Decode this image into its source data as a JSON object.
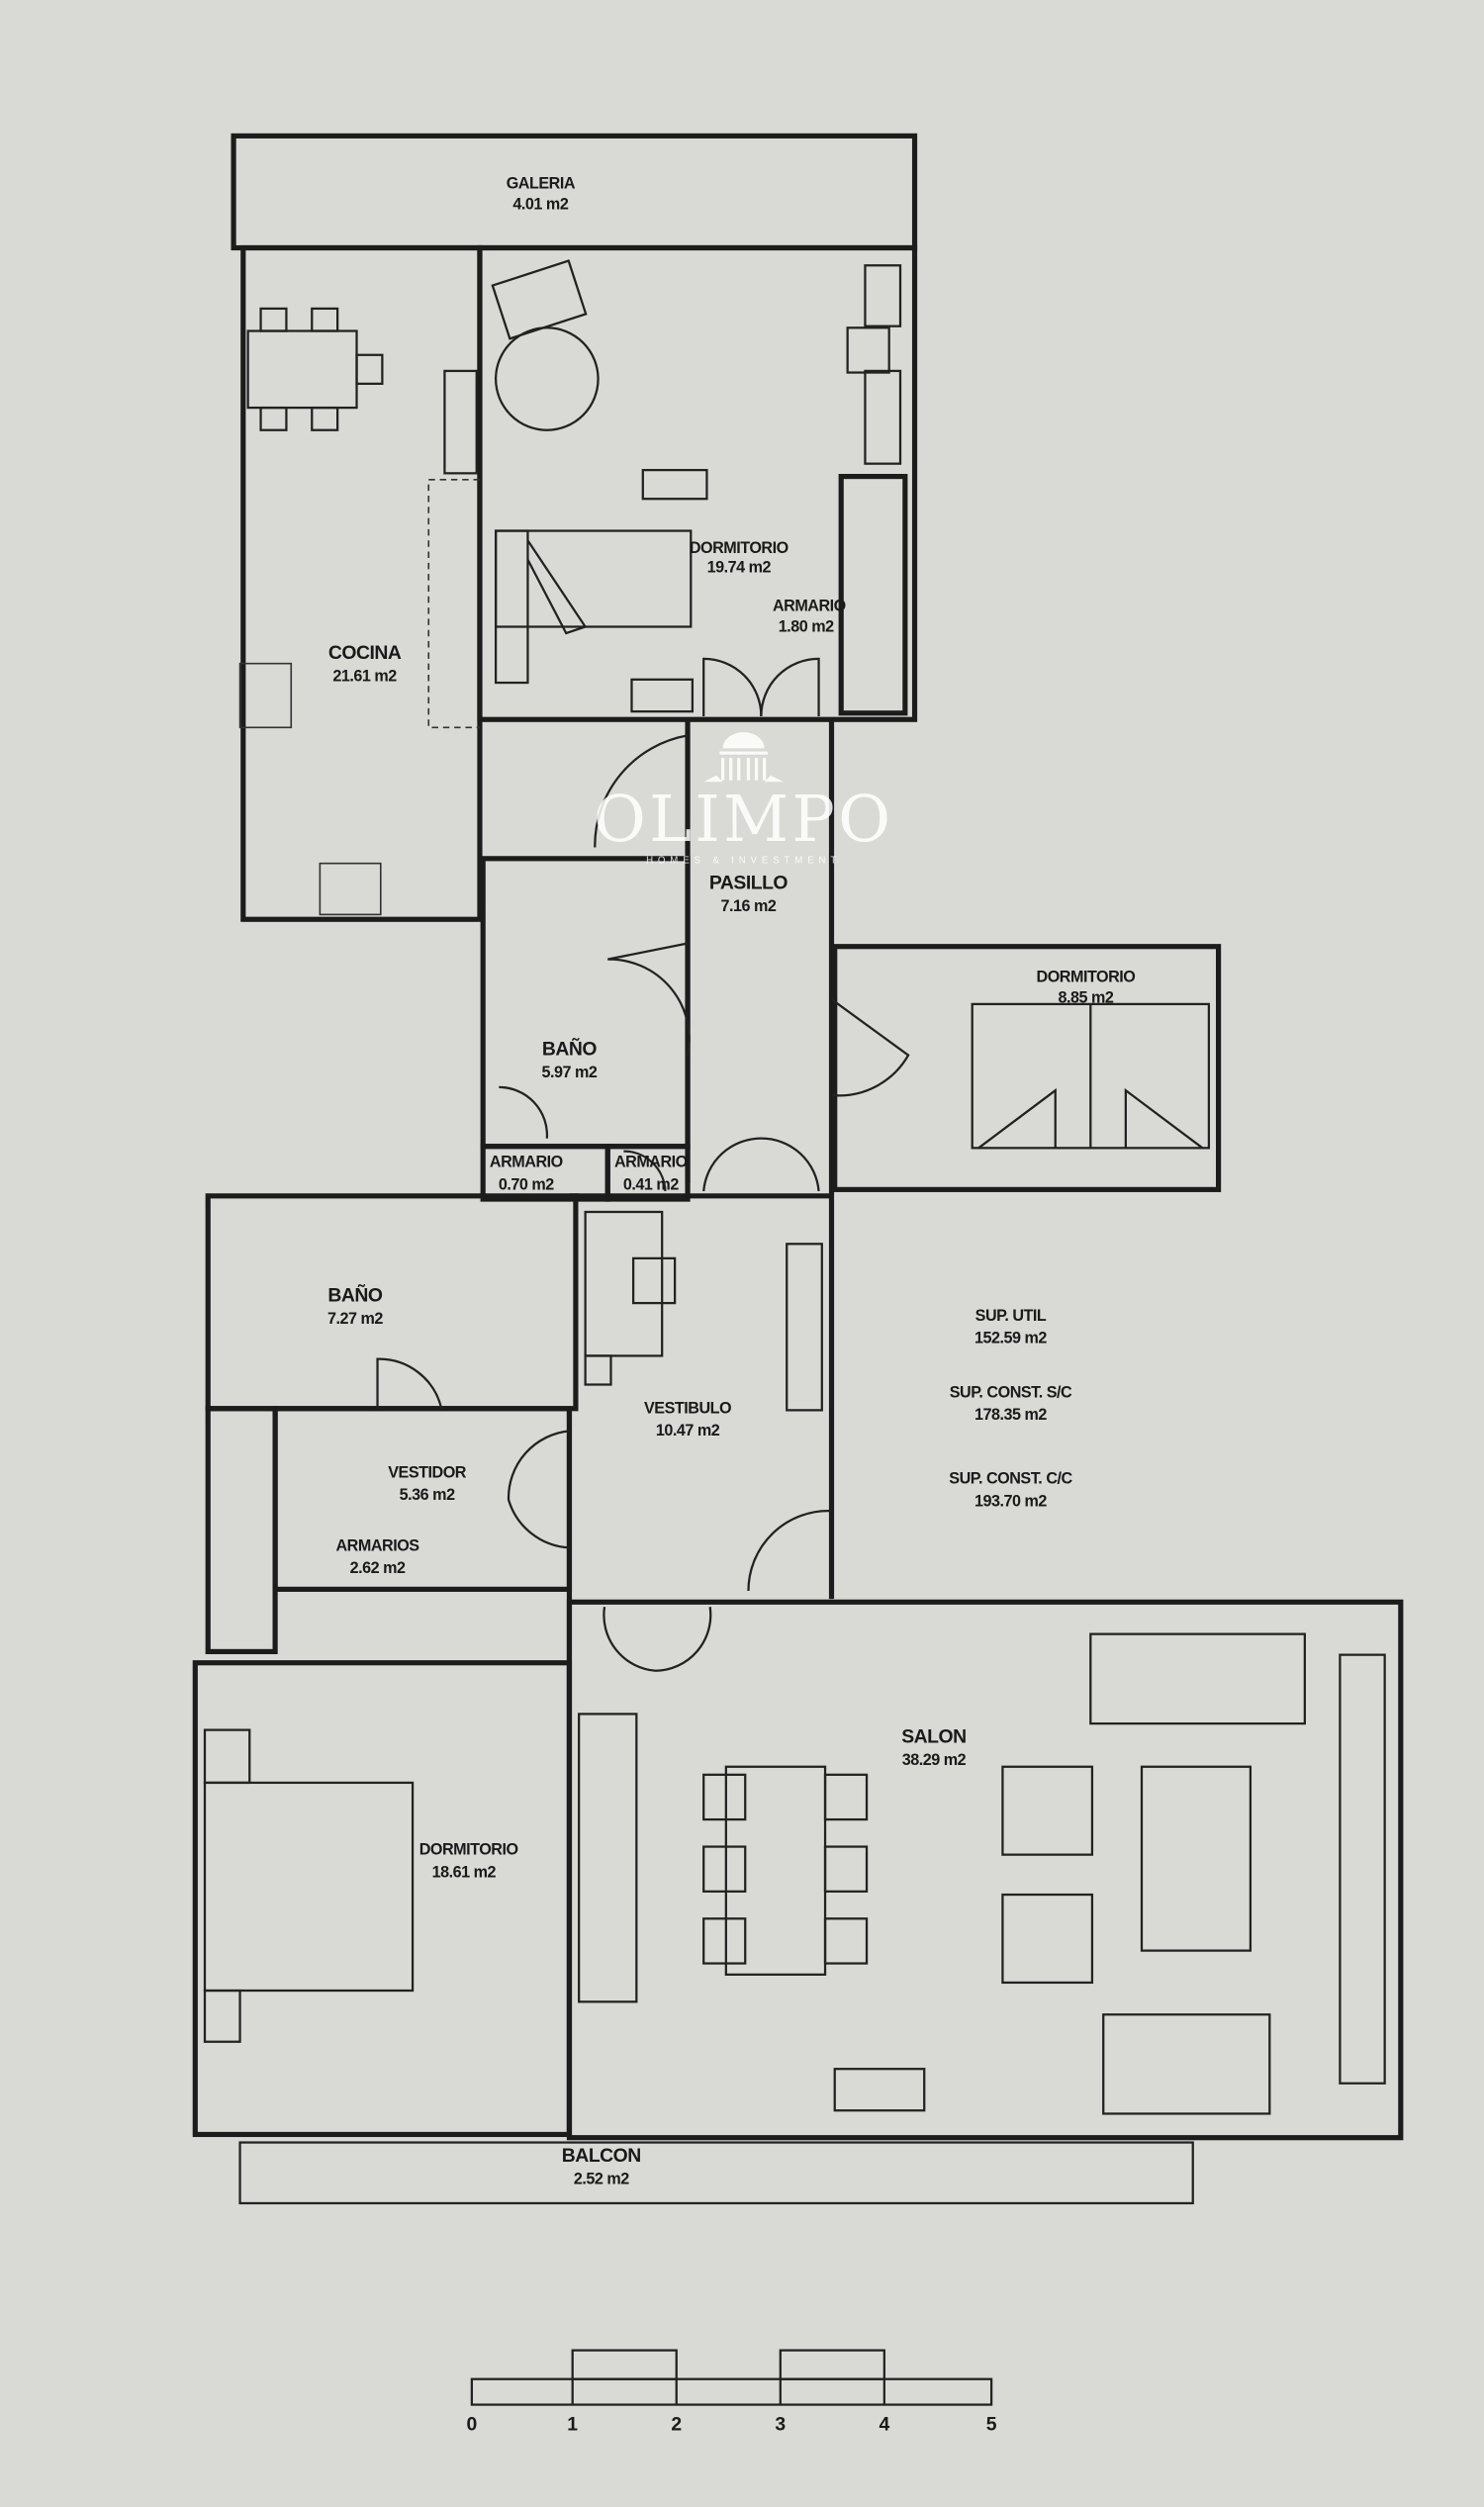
{
  "rooms": {
    "galeria": {
      "name": "GALERIA",
      "area": "4.01 m2"
    },
    "cocina": {
      "name": "COCINA",
      "area": "21.61 m2"
    },
    "dormitorio1": {
      "name": "DORMITORIO",
      "area": "19.74 m2"
    },
    "armario1": {
      "name": "ARMARIO",
      "area": "1.80 m2"
    },
    "pasillo": {
      "name": "PASILLO",
      "area": "7.16 m2"
    },
    "bano1": {
      "name": "BAÑO",
      "area": "5.97 m2"
    },
    "armario2": {
      "name": "ARMARIO",
      "area": "0.70 m2"
    },
    "armario3": {
      "name": "ARMARIO",
      "area": "0.41 m2"
    },
    "dormitorio2": {
      "name": "DORMITORIO",
      "area": "8.85 m2"
    },
    "bano2": {
      "name": "BAÑO",
      "area": "7.27 m2"
    },
    "vestidor": {
      "name": "VESTIDOR",
      "area": "5.36 m2"
    },
    "armarios": {
      "name": "ARMARIOS",
      "area": "2.62 m2"
    },
    "vestibulo": {
      "name": "VESTIBULO",
      "area": "10.47 m2"
    },
    "salon": {
      "name": "SALON",
      "area": "38.29 m2"
    },
    "dormitorio3": {
      "name": "DORMITORIO",
      "area": "18.61 m2"
    },
    "balcon": {
      "name": "BALCON",
      "area": "2.52 m2"
    }
  },
  "surfaces": [
    {
      "label": "SUP. UTIL",
      "value": "152.59 m2"
    },
    {
      "label": "SUP. CONST. S/C",
      "value": "178.35 m2"
    },
    {
      "label": "SUP. CONST. C/C",
      "value": "193.70 m2"
    }
  ],
  "scale_bar": [
    "0",
    "1",
    "2",
    "3",
    "4",
    "5"
  ],
  "watermark": {
    "brand": "OLIMPO",
    "tagline": "HOMES & INVESTMENT"
  }
}
